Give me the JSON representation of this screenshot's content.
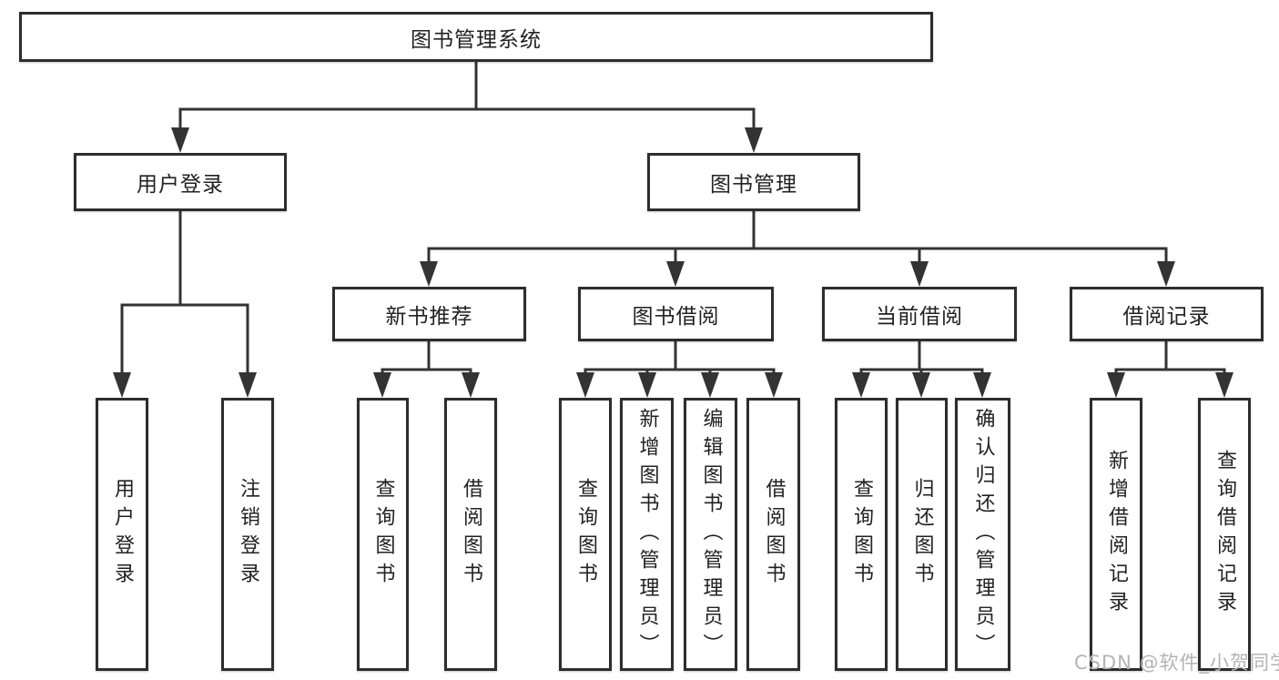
{
  "nodes": {
    "root": "图书管理系统",
    "user_login_group": "用户登录",
    "book_management": "图书管理",
    "new_book_recommend": "新书推荐",
    "book_borrow": "图书借阅",
    "current_borrow": "当前借阅",
    "borrow_records": "借阅记录",
    "leaves": {
      "user_login": "用户登录",
      "logout": "注销登录",
      "nb_query_books": "查询图书",
      "nb_borrow_books": "借阅图书",
      "bb_query_books": "查询图书",
      "bb_add_books": "新增图书（管理员）",
      "bb_edit_books": "编辑图书（管理员）",
      "bb_borrow_books": "借阅图书",
      "cb_query_books": "查询图书",
      "cb_return_books": "归还图书",
      "cb_confirm_return": "确认归还（管理员）",
      "br_add_record": "新增借阅记录",
      "br_query_record": "查询借阅记录"
    }
  },
  "watermark": "CSDN @软件_小贺同学",
  "colors": {
    "background": "#ffffff",
    "box_border": "#2d2d2d",
    "connector_line": "#333333",
    "text": "#222222",
    "watermark": "#b4b4b4"
  }
}
